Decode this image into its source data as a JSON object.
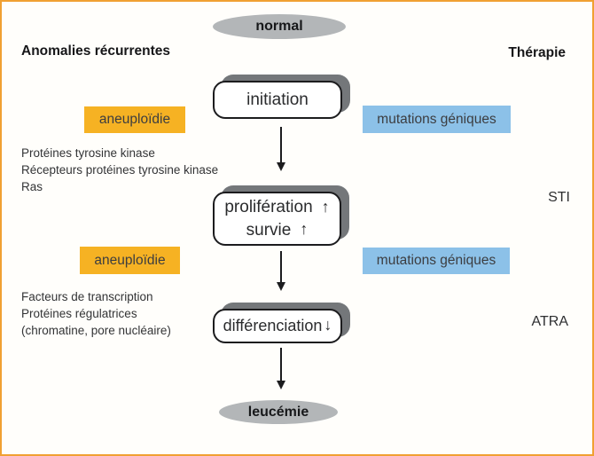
{
  "diagram": {
    "headers": {
      "left": "Anomalies récurrentes",
      "right": "Thérapie"
    },
    "nodes": {
      "start": "normal",
      "initiation": "initiation",
      "proliferation": "prolifération",
      "survival": "survie",
      "differentiation": "différenciation",
      "end": "leucémie"
    },
    "glyphs": {
      "up_arrow": "↑",
      "down_arrow": "↓"
    },
    "anomalies": {
      "aneuploidy_1": "aneuploïdie",
      "gene_mutations_1": "mutations géniques",
      "group1_lines": [
        "Protéines tyrosine kinase",
        "Récepteurs protéines tyrosine kinase",
        "Ras"
      ],
      "aneuploidy_2": "aneuploïdie",
      "gene_mutations_2": "mutations géniques",
      "group2_lines": [
        "Facteurs de transcription",
        "Protéines régulatrices",
        "(chromatine, pore nucléaire)"
      ]
    },
    "therapies": {
      "sti": "STI",
      "atra": "ATRA"
    },
    "colors": {
      "frame_border": "#F0A032",
      "aneuploidy_bg": "#F6B223",
      "mutations_bg": "#8CC1E8",
      "ellipse_bg": "#B3B6B8",
      "node_shadow": "#74777A",
      "ink": "#26272A"
    }
  }
}
